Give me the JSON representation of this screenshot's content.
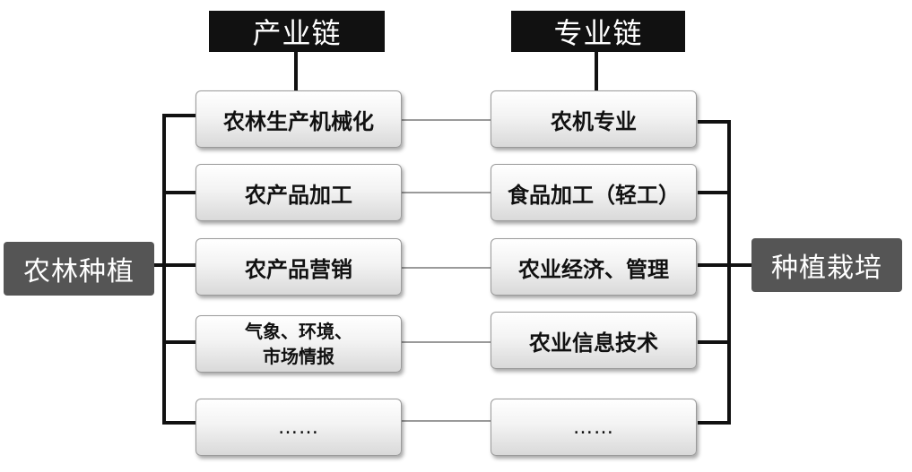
{
  "headers": {
    "left": "产业链",
    "right": "专业链"
  },
  "sides": {
    "left": "农林种植",
    "right": "种植栽培"
  },
  "left_column": [
    {
      "lines": [
        "农林生产机械化"
      ]
    },
    {
      "lines": [
        "农产品加工"
      ]
    },
    {
      "lines": [
        "农产品营销"
      ]
    },
    {
      "lines": [
        "气象、环境、",
        "市场情报"
      ]
    },
    {
      "lines": [
        "……"
      ]
    }
  ],
  "right_column": [
    {
      "lines": [
        "农机专业"
      ]
    },
    {
      "lines": [
        "食品加工（轻工）"
      ]
    },
    {
      "lines": [
        "农业经济、管理"
      ]
    },
    {
      "lines": [
        "农业信息技术"
      ]
    },
    {
      "lines": [
        "……"
      ]
    }
  ]
}
